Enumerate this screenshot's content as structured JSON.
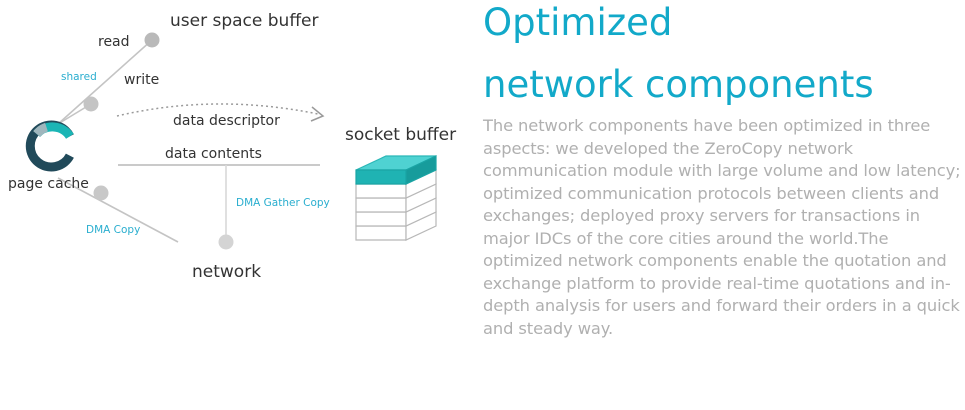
{
  "diagram": {
    "user_space_buffer": "user space buffer",
    "read": "read",
    "shared": "shared",
    "write": "write",
    "data_descriptor": "data descriptor",
    "socket_buffer": "socket buffer",
    "data_contents": "data contents",
    "page_cache": "page cache",
    "dma_gather_copy": "DMA Gather Copy",
    "dma_copy": "DMA Copy",
    "network": "network",
    "colors": {
      "accent": "#2aaecf",
      "teal": "#1bb5b5",
      "node": "#cccccc",
      "line": "#bbbbbb",
      "dark": "#214a5a"
    }
  },
  "section": {
    "title_line1": "Optimized",
    "title_line2": "network components",
    "description": "The network components have been optimized in three aspects: we developed the ZeroCopy network communication module with large volume and low latency; optimized communication protocols between clients and exchanges; deployed proxy servers for transactions in major IDCs of the core cities around the world.The optimized network components enable the quotation and exchange platform to provide real-time quotations and in-depth analysis for users and forward their orders in a quick and steady way."
  }
}
